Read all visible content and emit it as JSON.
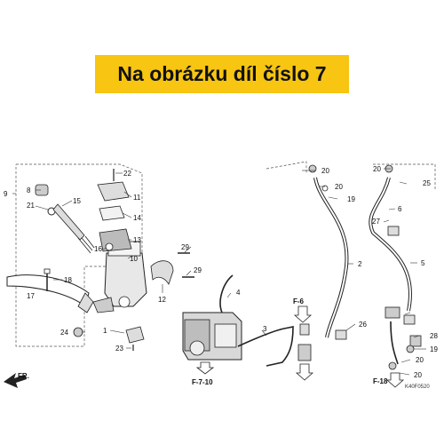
{
  "banner": {
    "text": "Na obrázku díl číslo 7"
  },
  "diagram": {
    "part_labels": {
      "p1": "1",
      "p2": "2",
      "p3": "3",
      "p4": "4",
      "p5": "5",
      "p6": "6",
      "p8": "8",
      "p9": "9",
      "p10": "10",
      "p11": "11",
      "p12": "12",
      "p13": "13",
      "p14": "14",
      "p15": "15",
      "p16": "16",
      "p17": "17",
      "p18": "18",
      "p19a": "19",
      "p19b": "19",
      "p20a": "20",
      "p20b": "20",
      "p20c": "20",
      "p20d": "20",
      "p20e": "20",
      "p21": "21",
      "p22": "22",
      "p23": "23",
      "p24": "24",
      "p25": "25",
      "p26": "26",
      "p27": "27",
      "p28": "28",
      "p29a": "29",
      "p29b": "29"
    },
    "refs": {
      "f6": "F-6",
      "f710": "F-7-10",
      "f18": "F-18",
      "fr": "FR."
    },
    "code": "K40F0520"
  },
  "colors": {
    "banner": "#f7c512",
    "lines": "#222222"
  }
}
